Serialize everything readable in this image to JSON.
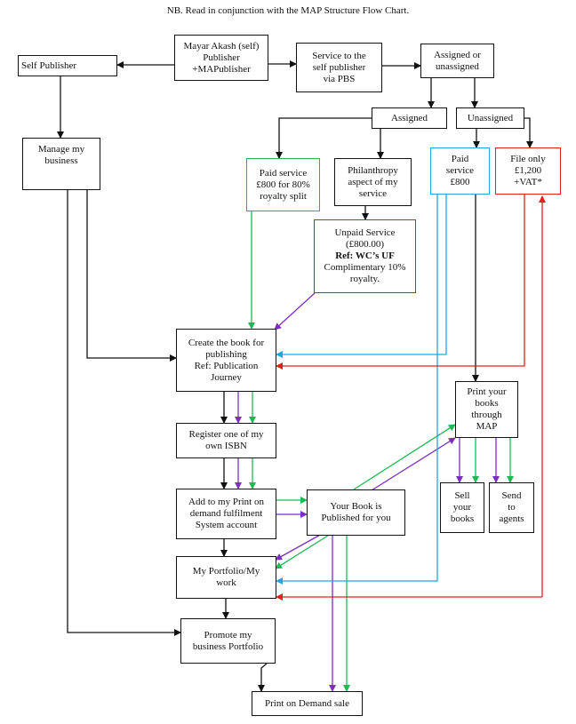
{
  "note": "NB. Read in conjunction with the MAP Structure Flow Chart.",
  "boxes": {
    "mayar": [
      "Mayar Akash (self)",
      "Publisher",
      "+MAPublisher"
    ],
    "self_publisher": [
      "Self Publisher"
    ],
    "service_pbs": [
      "Service to the",
      "self publisher",
      "via PBS"
    ],
    "assigned_or": [
      "Assigned or",
      "unassigned"
    ],
    "assigned": [
      "Assigned"
    ],
    "unassigned": [
      "Unassigned"
    ],
    "manage": [
      "Manage my",
      "business"
    ],
    "paid_80": [
      "Paid service",
      "£800 for 80%",
      "royalty split"
    ],
    "philanthropy": [
      "Philanthropy",
      "aspect of my",
      "service"
    ],
    "paid_800": [
      "Paid",
      "service",
      "£800"
    ],
    "file_only": [
      "File only",
      "£1,200",
      "+VAT*"
    ],
    "unpaid": [
      "Unpaid Service",
      "(£800.00)",
      "Ref: WC’s UF",
      "Complimentary 10%",
      "royalty."
    ],
    "create_book": [
      "Create the book for",
      "publishing",
      "Ref: Publication",
      "Journey"
    ],
    "print_map": [
      "Print your",
      "books",
      "through",
      "MAP"
    ],
    "register_isbn": [
      "Register one of my",
      "own ISBN"
    ],
    "add_pod": [
      "Add to my Print on",
      "demand fulfilment",
      "System account"
    ],
    "your_book": [
      "Your Book is",
      "Published for you"
    ],
    "sell_books": [
      "Sell",
      "your",
      "books"
    ],
    "send_agents": [
      "Send",
      "to",
      "agents"
    ],
    "portfolio": [
      "My Portfolio/My",
      "work"
    ],
    "promote": [
      "Promote my",
      "business Portfolio"
    ],
    "pod_sale": [
      "Print on Demand sale"
    ]
  },
  "colors": {
    "black": "#111111",
    "green": "#1db954",
    "purple": "#7b2fbe",
    "blue": "#21a5e0",
    "red": "#e0201d"
  }
}
